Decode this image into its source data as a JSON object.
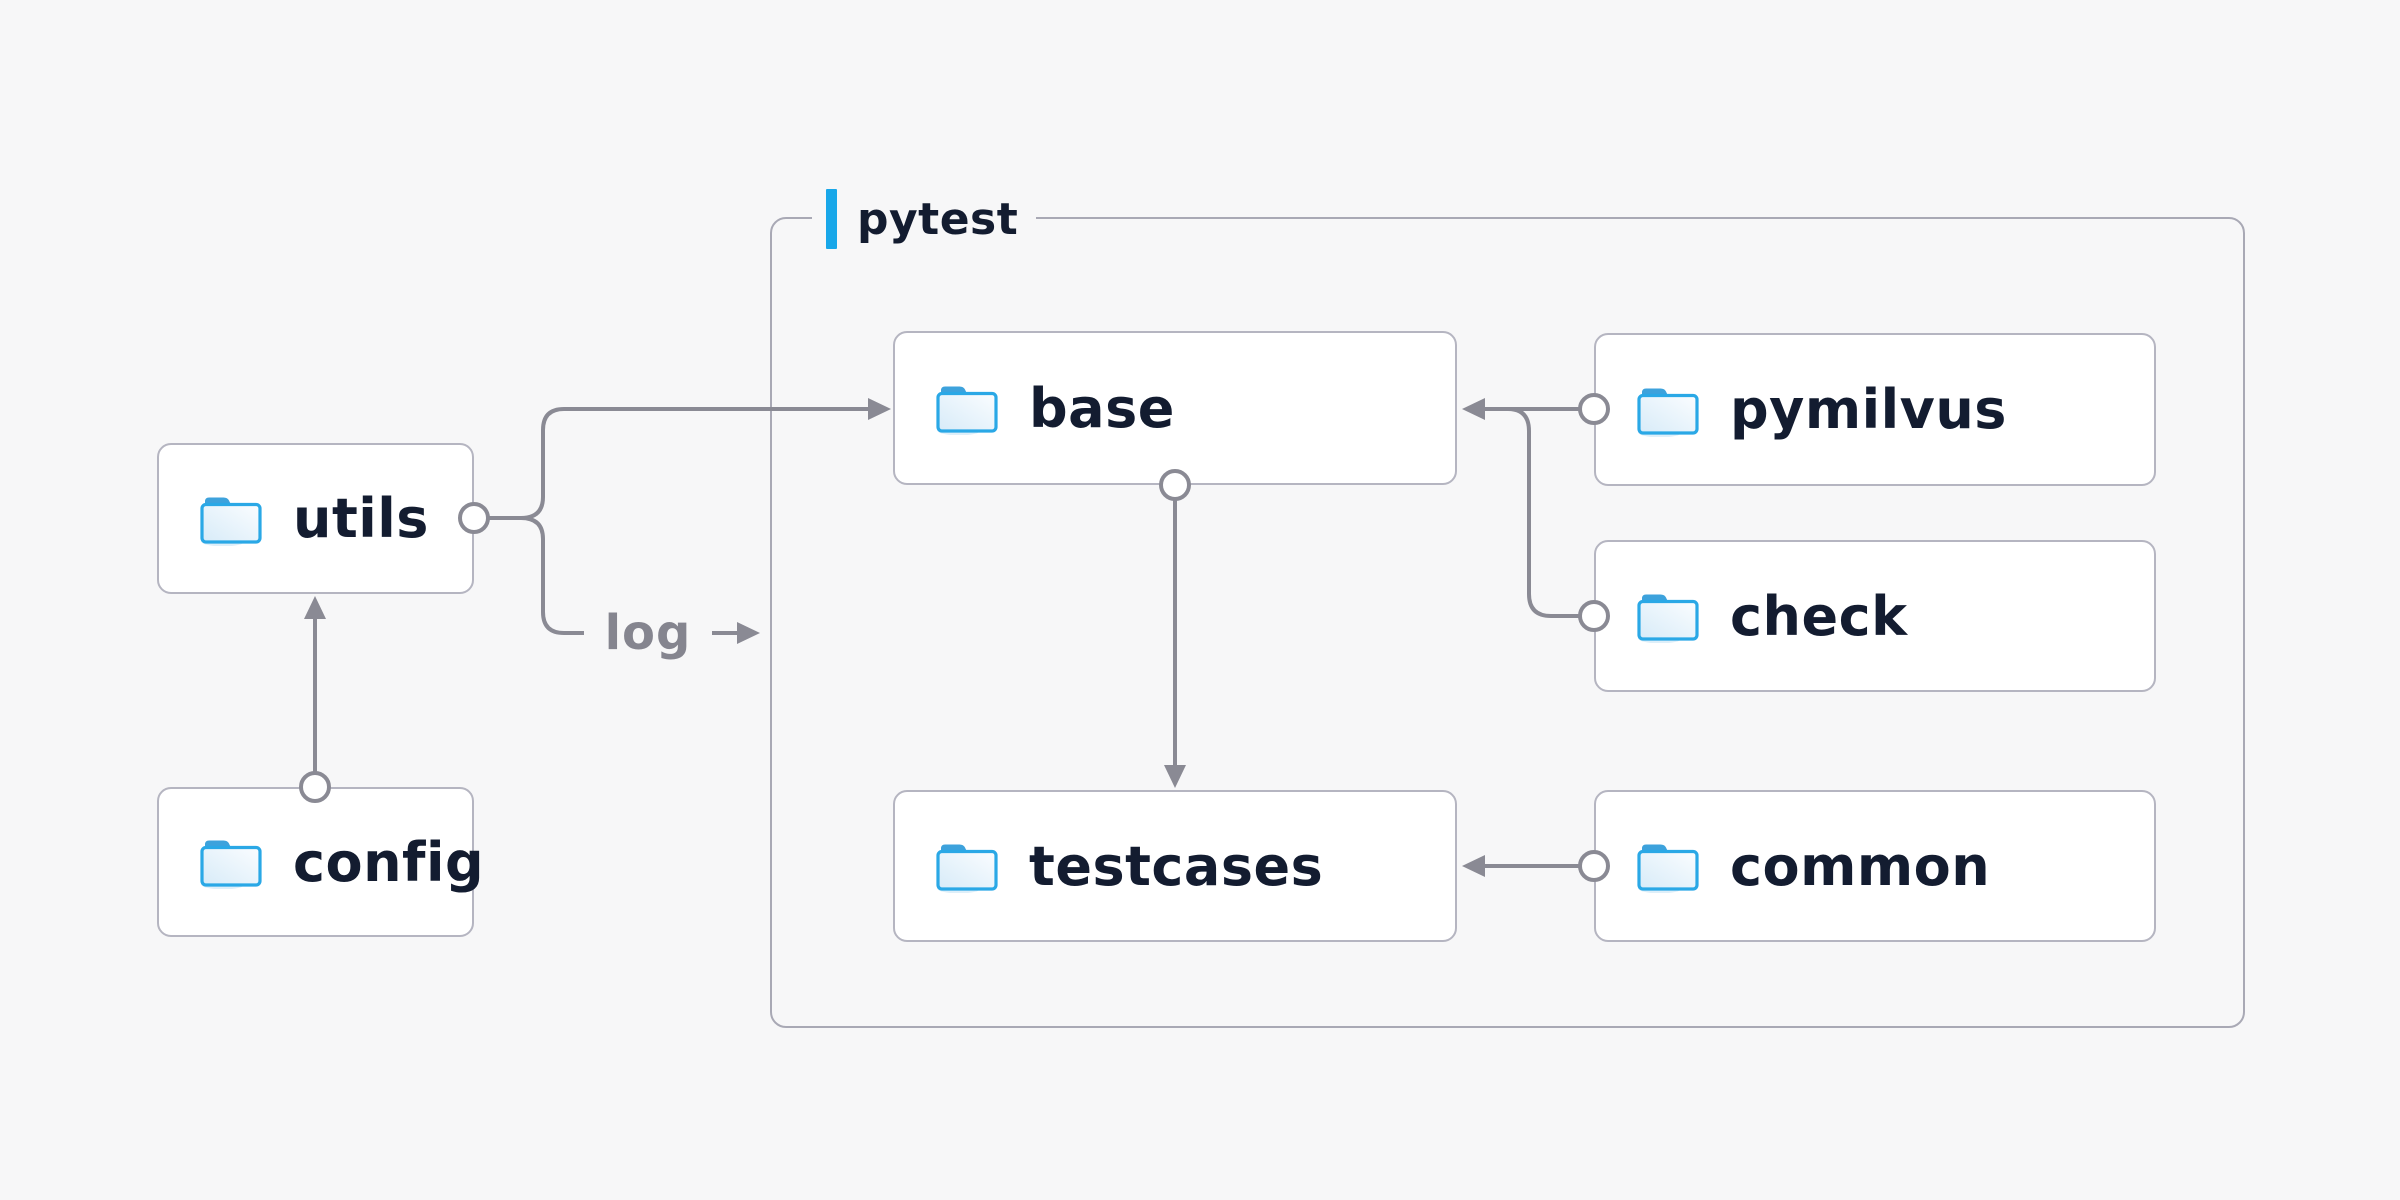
{
  "group": {
    "label": "pytest"
  },
  "nodes": {
    "utils": {
      "label": "utils"
    },
    "config": {
      "label": "config"
    },
    "base": {
      "label": "base"
    },
    "testcases": {
      "label": "testcases"
    },
    "pymilvus": {
      "label": "pymilvus"
    },
    "check": {
      "label": "check"
    },
    "common": {
      "label": "common"
    }
  },
  "edge_labels": {
    "log": "log"
  },
  "edges": [
    {
      "from": "config",
      "to": "utils",
      "style": "arrow"
    },
    {
      "from": "utils",
      "to": "base",
      "style": "arrow"
    },
    {
      "from": "utils",
      "to": "log",
      "style": "labeled-branch"
    },
    {
      "from": "pymilvus",
      "to": "base",
      "style": "arrow"
    },
    {
      "from": "check",
      "to": "base",
      "style": "arrow-merge"
    },
    {
      "from": "base",
      "to": "testcases",
      "style": "arrow"
    },
    {
      "from": "common",
      "to": "testcases",
      "style": "arrow"
    }
  ],
  "icons": {
    "node_icon": "folder-icon"
  },
  "colors": {
    "bg": "#f7f7f8",
    "accent": "#18a7e9",
    "connector": "#8a8a94",
    "node_border": "#b5b5c1",
    "group_border": "#a9a9b5",
    "node_text": "#131c30",
    "edge_label_text": "#85858f",
    "folder_stroke": "#2aa8e6",
    "folder_tab": "#3da2dc"
  }
}
